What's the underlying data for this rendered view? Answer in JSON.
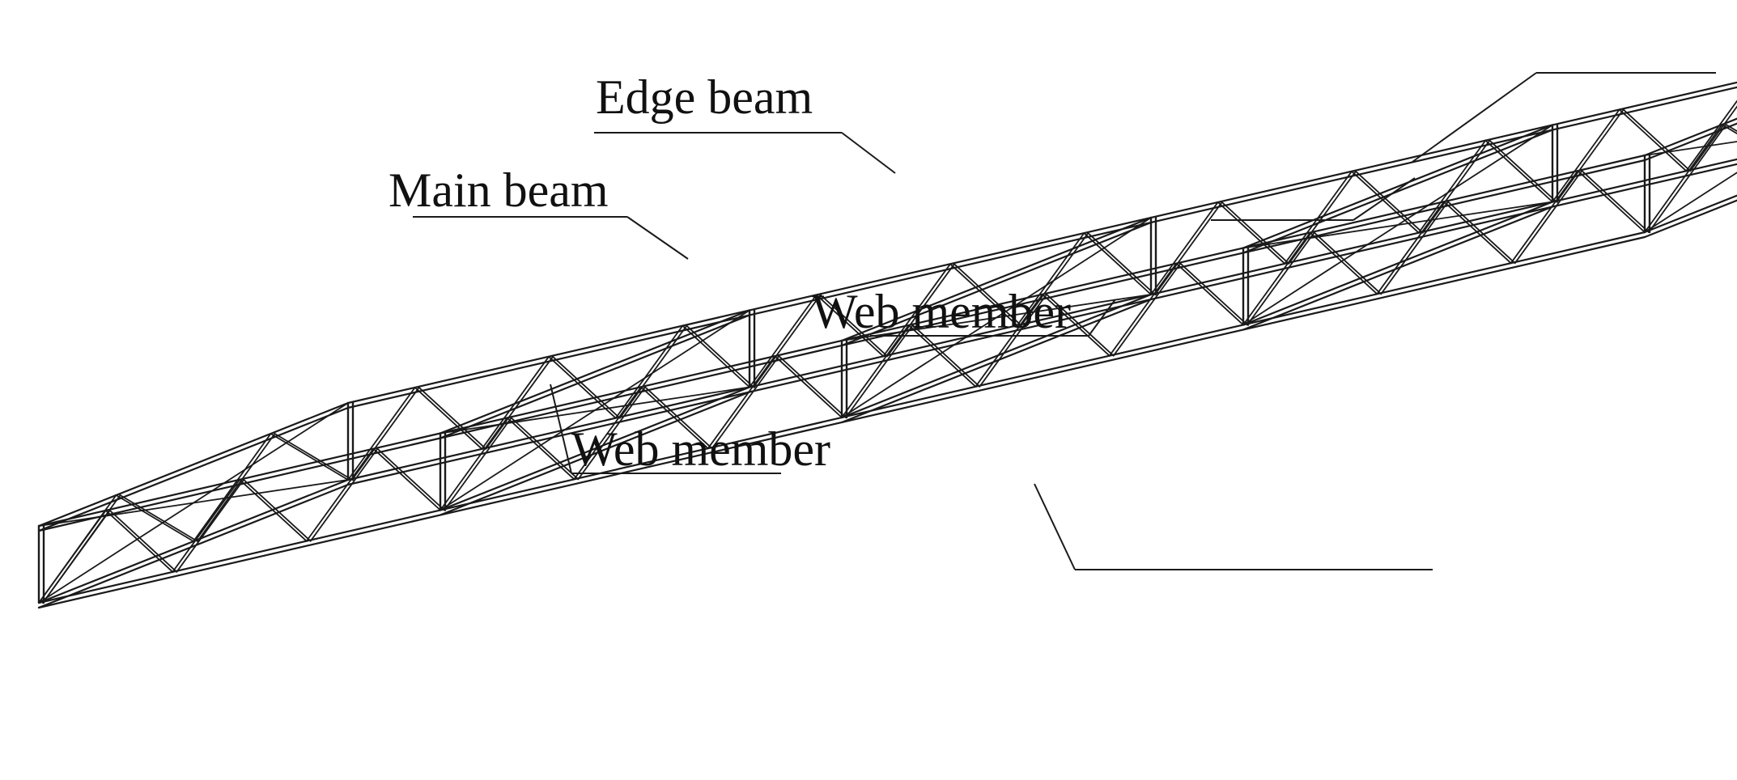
{
  "labels": {
    "edge_beam": "Edge beam",
    "main_beam": "Main beam",
    "web_member_1": "Web member",
    "web_member_2": "Web member"
  },
  "colors": {
    "line": "#1a1a1a",
    "background": "#ffffff"
  }
}
